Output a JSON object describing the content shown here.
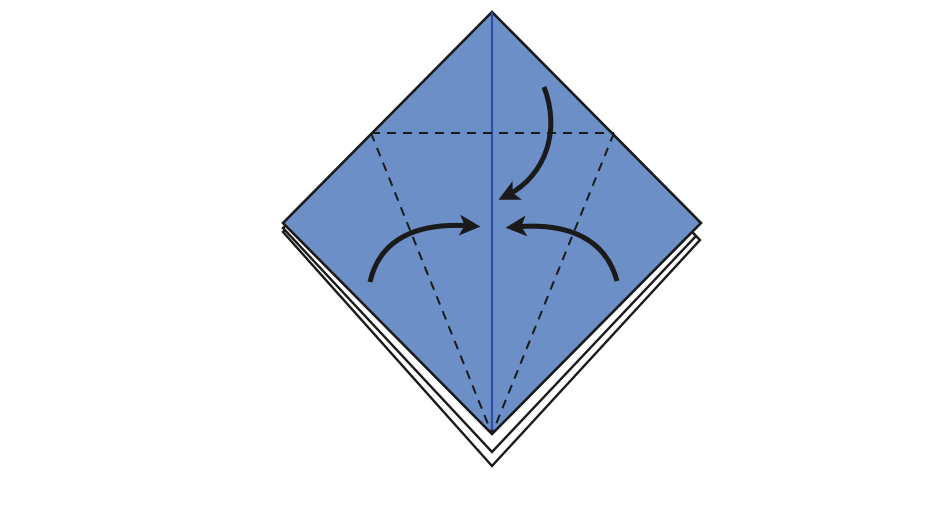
{
  "diagram": {
    "kind": "origami-fold-instruction",
    "colors": {
      "paper_front": "#6b8fc6",
      "paper_back": "#ffffff",
      "outline": "#1a1a1a",
      "center_crease": "#2f4fa8",
      "fold_line": "#1a1a1a",
      "arrow": "#1a1a1a"
    },
    "layers_behind": 2,
    "fold_lines": [
      "valley-top-horizontal",
      "valley-left-diagonal",
      "valley-right-diagonal"
    ],
    "arrows": [
      "top-flap-down",
      "left-flap-to-center",
      "right-flap-to-center"
    ]
  }
}
